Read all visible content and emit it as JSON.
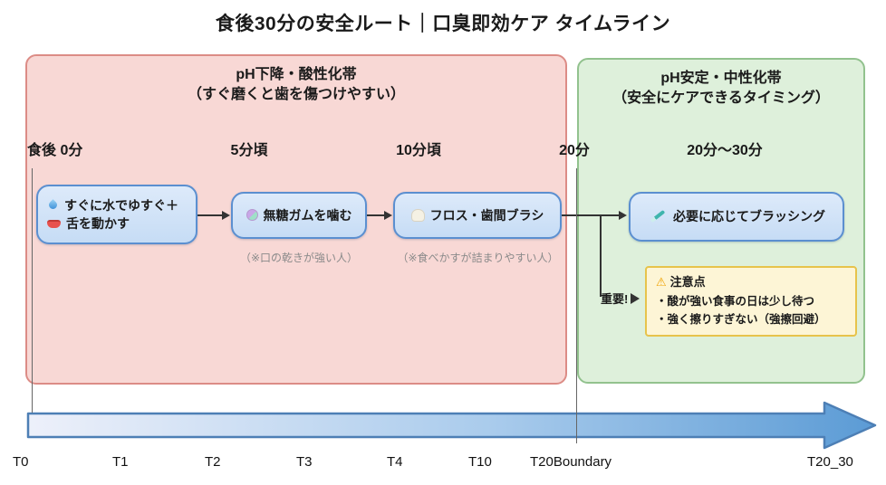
{
  "title": "食後30分の安全ルート｜口臭即効ケア タイムライン",
  "zones": {
    "acidic": {
      "title": "pH下降・酸性化帯",
      "subtitle": "（すぐ磨くと歯を傷つけやすい）"
    },
    "neutral": {
      "title": "pH安定・中性化帯",
      "subtitle": "（安全にケアできるタイミング）"
    }
  },
  "time_labels": {
    "t0": "食後 0分",
    "t5": "5分頃",
    "t10": "10分頃",
    "t20": "20分",
    "t20_30": "20分～30分"
  },
  "steps": {
    "rinse": {
      "line1": "すぐに水でゆすぐ＋",
      "line2": "舌を動かす",
      "icons": [
        "droplet-icon",
        "tongue-icon"
      ]
    },
    "gum": {
      "label": "無糖ガムを噛む",
      "caption": "（※口の乾きが強い人）",
      "icons": [
        "candy-icon"
      ]
    },
    "floss": {
      "label": "フロス・歯間ブラシ",
      "caption": "（※食べかすが詰まりやすい人）",
      "icons": [
        "tooth-icon"
      ]
    },
    "brush": {
      "label": "必要に応じてブラッシング",
      "icons": [
        "toothbrush-icon"
      ]
    }
  },
  "important_label": "重要!",
  "warning": {
    "icon": "⚠",
    "title": "注意点",
    "items": [
      "・酸が強い食事の日は少し待つ",
      "・強く擦りすぎない（強擦回避）"
    ]
  },
  "axis": {
    "labels": [
      "T0",
      "T1",
      "T2",
      "T3",
      "T4",
      "T10",
      "T20Boundary",
      "T20_30"
    ]
  },
  "colors": {
    "acidic_zone_fill": "#f8d8d5",
    "acidic_zone_border": "#dc8c86",
    "neutral_zone_fill": "#def0db",
    "neutral_zone_border": "#92c28e",
    "step_box_fill": "#cfe1f7",
    "step_box_border": "#5b8fd0",
    "warning_fill": "#fdf5d6",
    "warning_border": "#e7c34b",
    "timeline_gradient_start": "#edf0fa",
    "timeline_gradient_end": "#5b9bd5",
    "connector": "#333333"
  }
}
